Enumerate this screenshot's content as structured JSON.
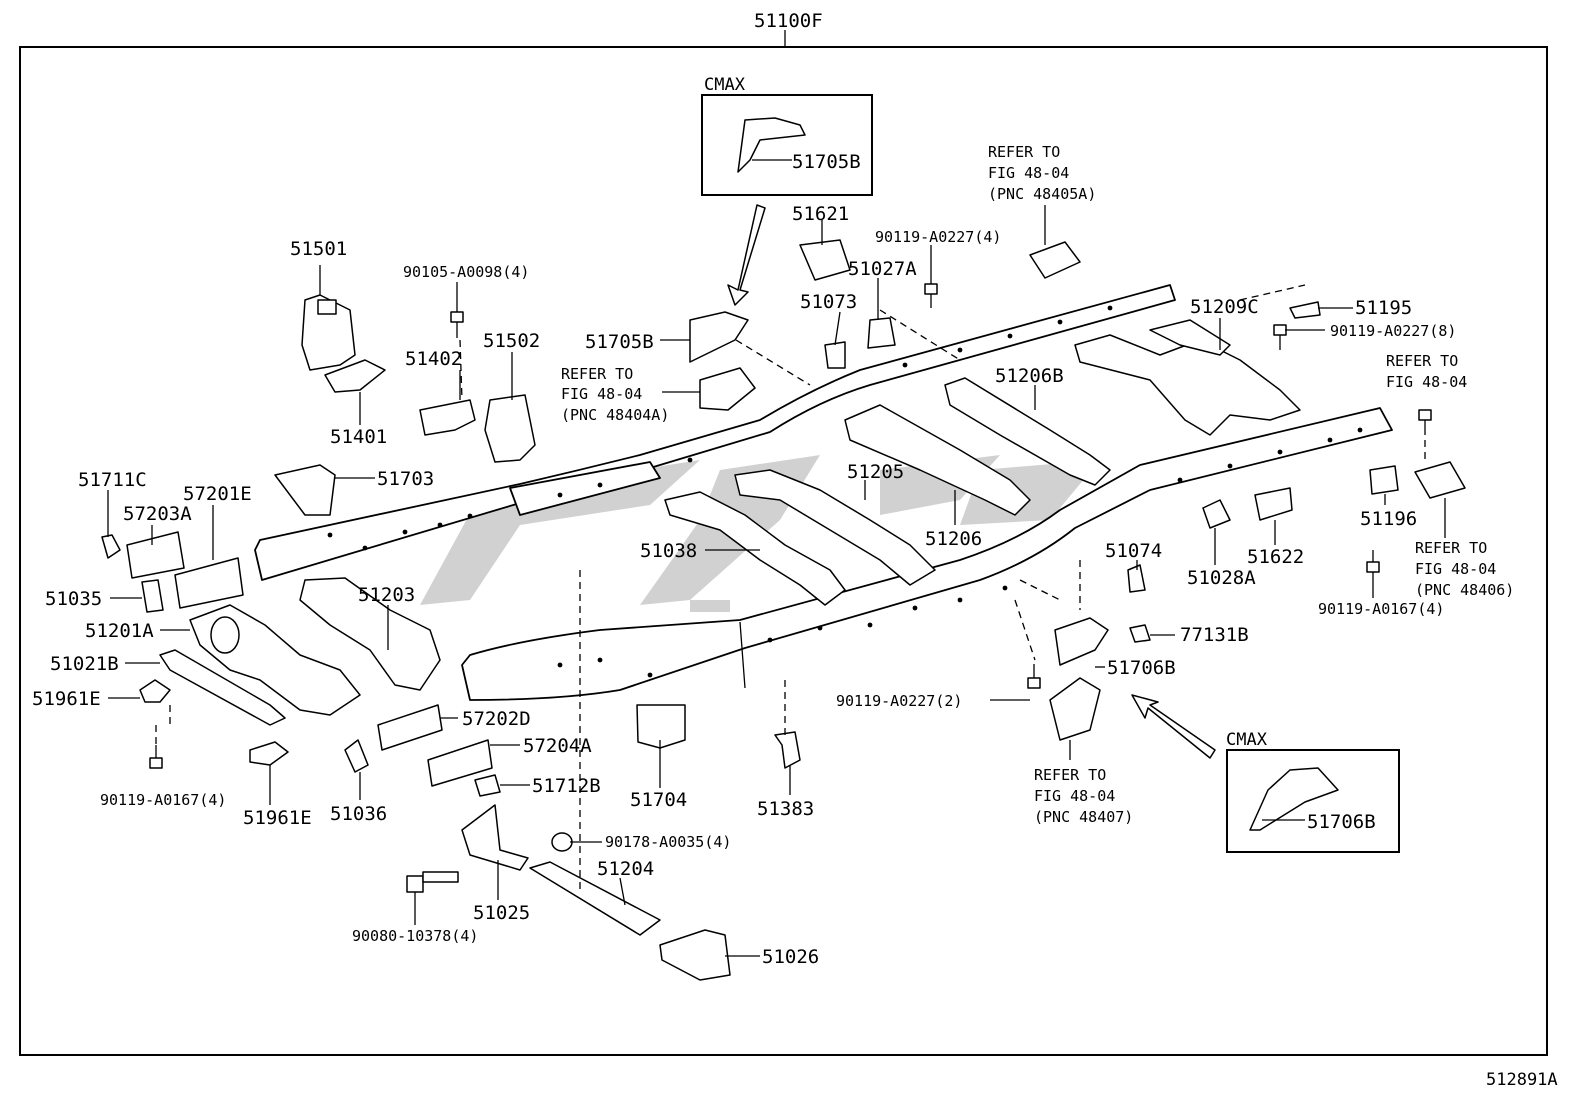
{
  "diagram": {
    "assembly_label": "51100F",
    "figure_code": "512891A",
    "cmax_label": "CMAX",
    "parts": [
      {
        "id": "p-51100F",
        "label": "51100F"
      },
      {
        "id": "p-51705B-inset",
        "label": "51705B"
      },
      {
        "id": "p-51705B",
        "label": "51705B"
      },
      {
        "id": "p-51621",
        "label": "51621"
      },
      {
        "id": "p-51027A",
        "label": "51027A"
      },
      {
        "id": "p-51073",
        "label": "51073"
      },
      {
        "id": "p-51501",
        "label": "51501"
      },
      {
        "id": "p-51401",
        "label": "51401"
      },
      {
        "id": "p-51402",
        "label": "51402"
      },
      {
        "id": "p-51502",
        "label": "51502"
      },
      {
        "id": "p-51209C",
        "label": "51209C"
      },
      {
        "id": "p-51195",
        "label": "51195"
      },
      {
        "id": "p-51206B",
        "label": "51206B"
      },
      {
        "id": "p-51711C",
        "label": "51711C"
      },
      {
        "id": "p-57201E",
        "label": "57201E"
      },
      {
        "id": "p-57203A",
        "label": "57203A"
      },
      {
        "id": "p-51703",
        "label": "51703"
      },
      {
        "id": "p-51205",
        "label": "51205"
      },
      {
        "id": "p-51206",
        "label": "51206"
      },
      {
        "id": "p-51038",
        "label": "51038"
      },
      {
        "id": "p-51035",
        "label": "51035"
      },
      {
        "id": "p-51203",
        "label": "51203"
      },
      {
        "id": "p-51201A",
        "label": "51201A"
      },
      {
        "id": "p-51021B",
        "label": "51021B"
      },
      {
        "id": "p-51961E-a",
        "label": "51961E"
      },
      {
        "id": "p-51961E-b",
        "label": "51961E"
      },
      {
        "id": "p-51036",
        "label": "51036"
      },
      {
        "id": "p-57202D",
        "label": "57202D"
      },
      {
        "id": "p-57204A",
        "label": "57204A"
      },
      {
        "id": "p-51712B",
        "label": "51712B"
      },
      {
        "id": "p-51704",
        "label": "51704"
      },
      {
        "id": "p-51383",
        "label": "51383"
      },
      {
        "id": "p-51025",
        "label": "51025"
      },
      {
        "id": "p-51204",
        "label": "51204"
      },
      {
        "id": "p-51026",
        "label": "51026"
      },
      {
        "id": "p-51074",
        "label": "51074"
      },
      {
        "id": "p-77131B",
        "label": "77131B"
      },
      {
        "id": "p-51706B",
        "label": "51706B"
      },
      {
        "id": "p-51706B-inset",
        "label": "51706B"
      },
      {
        "id": "p-51028A",
        "label": "51028A"
      },
      {
        "id": "p-51622",
        "label": "51622"
      },
      {
        "id": "p-51196",
        "label": "51196"
      }
    ],
    "fasteners": [
      {
        "id": "f-90105-A0098",
        "label": "90105-A0098(4)"
      },
      {
        "id": "f-90119-A0227-4",
        "label": "90119-A0227(4)"
      },
      {
        "id": "f-90119-A0227-8",
        "label": "90119-A0227(8)"
      },
      {
        "id": "f-90119-A0167-r",
        "label": "90119-A0167(4)"
      },
      {
        "id": "f-90119-A0167-l",
        "label": "90119-A0167(4)"
      },
      {
        "id": "f-90119-A0227-2",
        "label": "90119-A0227(2)"
      },
      {
        "id": "f-90178-A0035",
        "label": "90178-A0035(4)"
      },
      {
        "id": "f-90080-10378",
        "label": "90080-10378(4)"
      }
    ],
    "references": [
      {
        "id": "r-48405A",
        "lines": [
          "REFER TO",
          "FIG 48-04",
          "(PNC 48405A)"
        ]
      },
      {
        "id": "r-48404A",
        "lines": [
          "REFER TO",
          "FIG 48-04",
          "(PNC 48404A)"
        ]
      },
      {
        "id": "r-fig-only",
        "lines": [
          "REFER TO",
          "FIG 48-04"
        ]
      },
      {
        "id": "r-48406",
        "lines": [
          "REFER TO",
          "FIG 48-04",
          "(PNC 48406)"
        ]
      },
      {
        "id": "r-48407",
        "lines": [
          "REFER TO",
          "FIG 48-04",
          "(PNC 48407)"
        ]
      }
    ]
  }
}
